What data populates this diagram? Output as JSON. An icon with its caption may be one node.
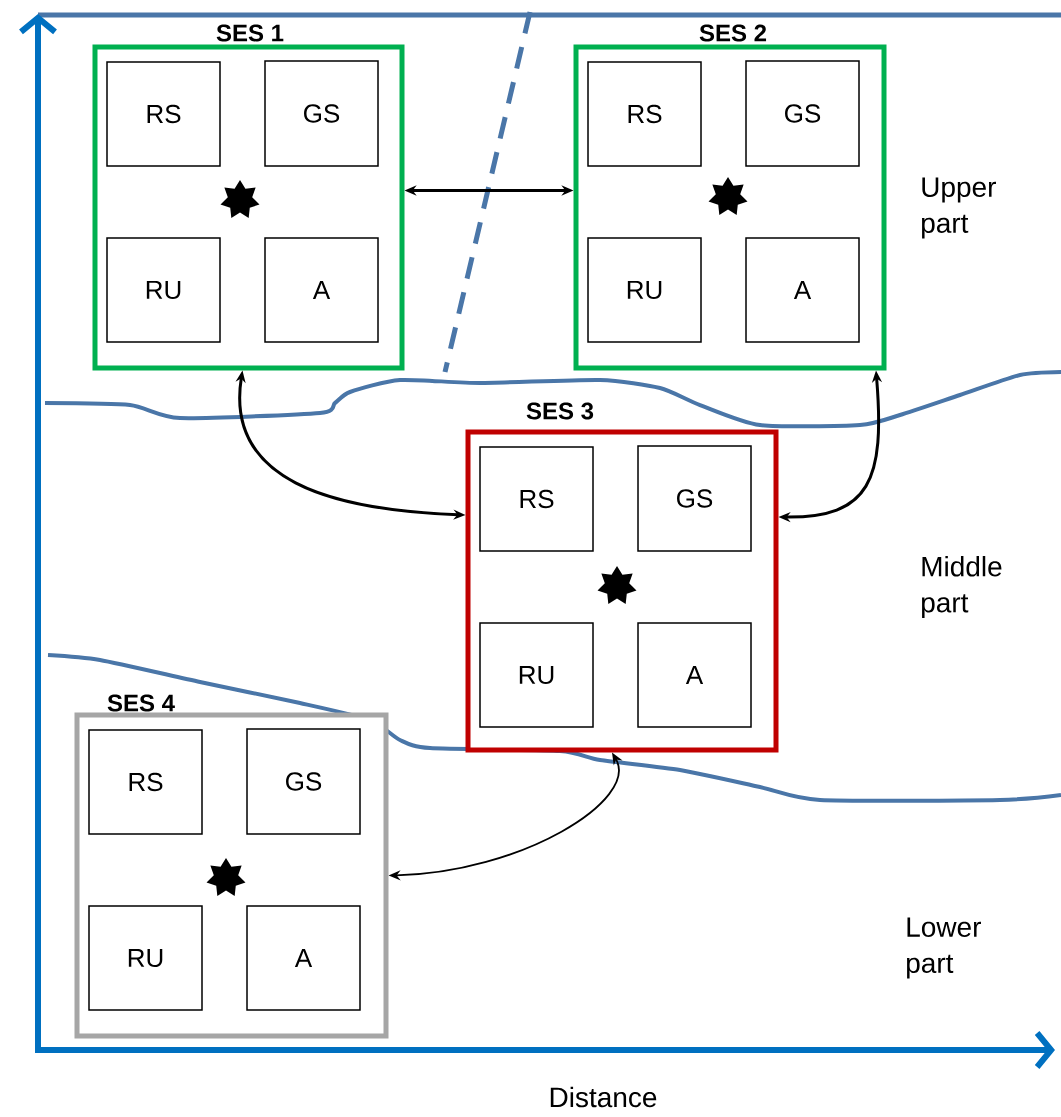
{
  "diagram": {
    "nodes": [
      {
        "text": [
          "SES 1"
        ]
      },
      {
        "text": [
          "RS"
        ],
        "in": 0
      },
      {
        "text": [
          "GS"
        ],
        "in": 0
      },
      {
        "text": [
          "RU"
        ],
        "in": 0
      },
      {
        "text": [
          "A"
        ],
        "in": 0
      },
      {
        "text": [
          "SES 2"
        ]
      },
      {
        "text": [
          "RS"
        ],
        "in": 5
      },
      {
        "text": [
          "GS"
        ],
        "in": 5
      },
      {
        "text": [
          "RU"
        ],
        "in": 5
      },
      {
        "text": [
          "A"
        ],
        "in": 5
      },
      {
        "text": [
          "SES 3"
        ]
      },
      {
        "text": [
          "RS"
        ],
        "in": 10
      },
      {
        "text": [
          "GS"
        ],
        "in": 10
      },
      {
        "text": [
          "RU"
        ],
        "in": 10
      },
      {
        "text": [
          "A"
        ],
        "in": 10
      },
      {
        "text": [
          "SES 4"
        ]
      },
      {
        "text": [
          "RS"
        ],
        "in": 15
      },
      {
        "text": [
          "GS"
        ],
        "in": 15
      },
      {
        "text": [
          "RU"
        ],
        "in": 15
      },
      {
        "text": [
          "A"
        ],
        "in": 15
      }
    ],
    "edges": [
      {
        "from": 0,
        "to": 5,
        "arrow": "both"
      },
      {
        "from": 0,
        "to": 10,
        "arrow": "both"
      },
      {
        "from": 5,
        "to": 10,
        "arrow": "both"
      },
      {
        "from": 10,
        "to": 15,
        "arrow": "both"
      }
    ],
    "labels": [
      "Upper part",
      "Middle part",
      "Lower part",
      "Distance"
    ]
  }
}
